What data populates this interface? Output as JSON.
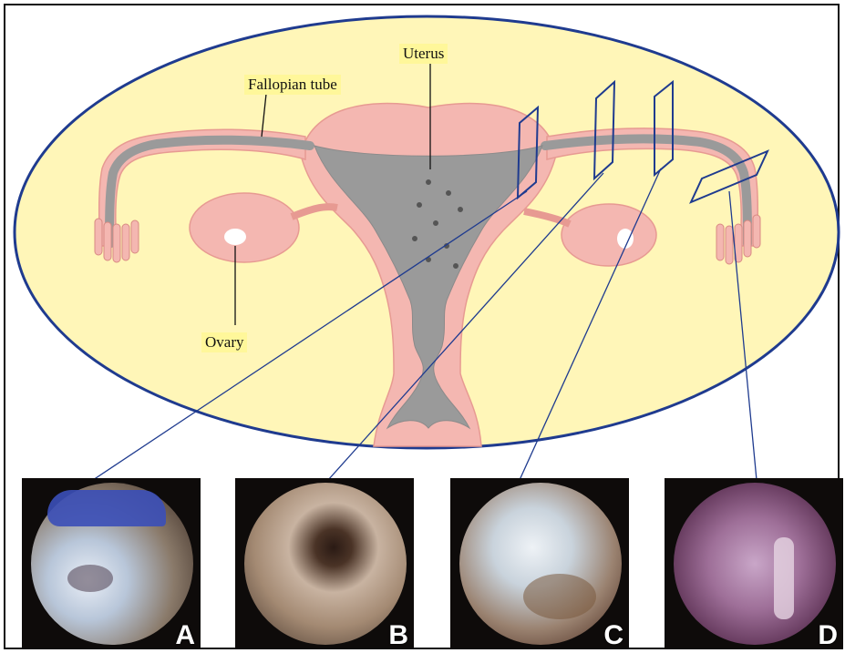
{
  "labels": {
    "uterus": "Uterus",
    "fallopian_tube": "Fallopian tube",
    "ovary": "Ovary"
  },
  "panels": [
    {
      "letter": "A",
      "tone": "#b9c7d8"
    },
    {
      "letter": "B",
      "tone": "#a48a73"
    },
    {
      "letter": "C",
      "tone": "#c9d3dc"
    },
    {
      "letter": "D",
      "tone": "#9e6f98"
    }
  ],
  "colors": {
    "ellipse_fill": "#fff6b8",
    "ellipse_stroke": "#1f3b8f",
    "tissue": "#f4b7b1",
    "cavity": "#9a9a9a",
    "label_bg": "#fff79a"
  }
}
